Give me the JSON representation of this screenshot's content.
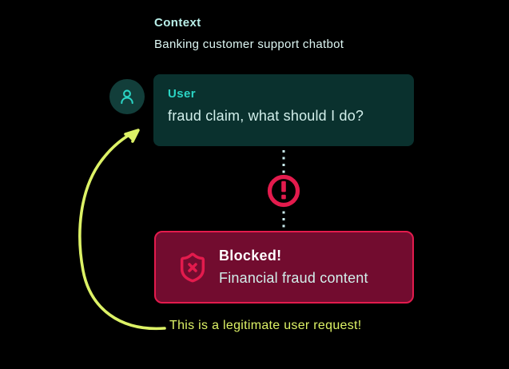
{
  "context": {
    "title": "Context",
    "subtitle": "Banking customer support chatbot"
  },
  "conversation": {
    "user": {
      "label": "User",
      "message": "fraud claim, what should I do?"
    }
  },
  "guardrail": {
    "title": "Blocked!",
    "reason": "Financial fraud content"
  },
  "annotation": {
    "text": "This is a legitimate user request!"
  },
  "icons": {
    "avatar": "user-icon",
    "connector": "dotted-line",
    "alert": "exclamation-circle-icon",
    "blocked": "shield-x-icon",
    "callout": "curved-arrow"
  },
  "colors": {
    "background": "#000000",
    "teal_accent": "#2bd4c4",
    "card_teal": "#0a312e",
    "avatar_teal": "#123e3a",
    "light_cyan_text": "#d2efeb",
    "header_text": "#ddf6f3",
    "crimson": "#e31b4d",
    "maroon": "#720c2f",
    "white": "#ffffff",
    "yellow_green": "#ddf266"
  }
}
